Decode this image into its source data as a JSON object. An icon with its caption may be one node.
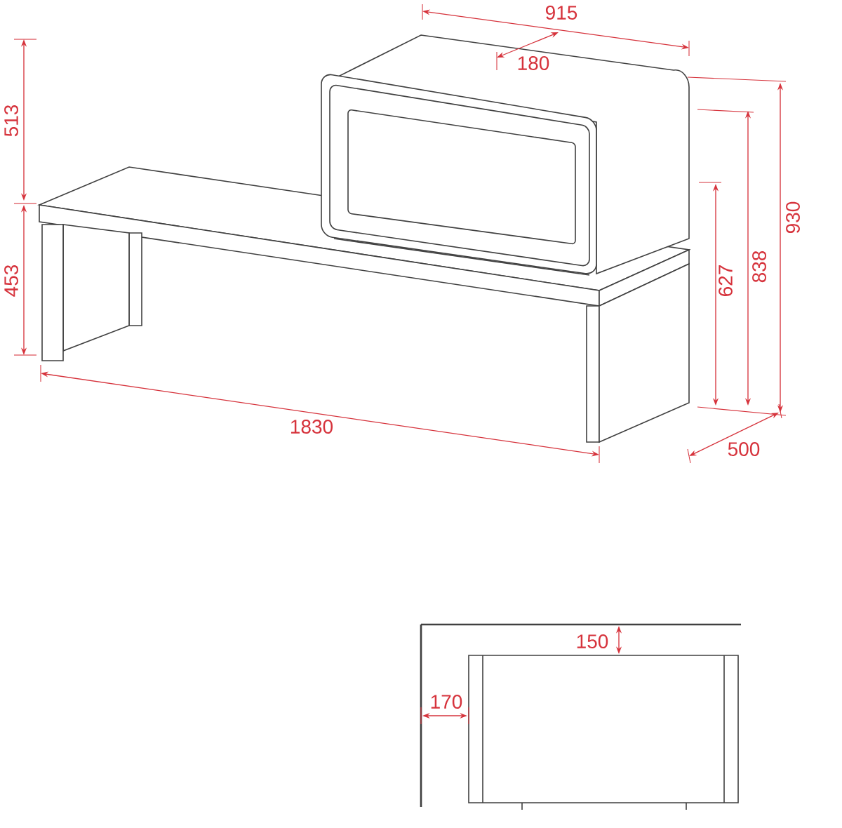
{
  "diagram": {
    "labels": [
      "915",
      "180",
      "513",
      "453",
      "1830",
      "500",
      "627",
      "838",
      "930",
      "150",
      "170"
    ]
  }
}
